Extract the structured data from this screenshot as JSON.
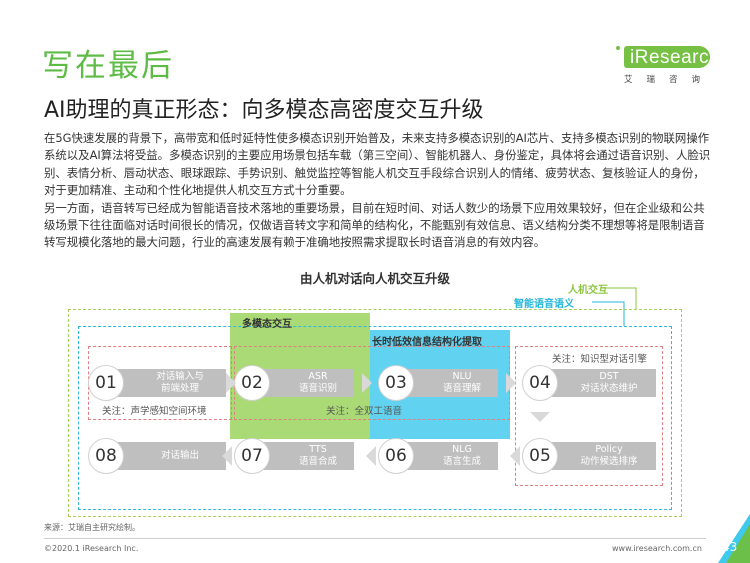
{
  "header": {
    "title": "写在最后",
    "subtitle": "AI助理的真正形态：向多模态高密度交互升级",
    "logo": {
      "brand": "iResearch",
      "brand_cn": "艾瑞咨询"
    }
  },
  "body": {
    "paragraph1": "在5G快速发展的背景下，高带宽和低时延特性使多模态识别开始普及，未来支持多模态识别的AI芯片、支持多模态识别的物联网操作系统以及AI算法将受益。多模态识别的主要应用场景包括车载（第三空间）、智能机器人、身份鉴定，具体将会通过语音识别、人脸识别、表情分析、唇动状态、眼球跟踪、手势识别、触觉监控等智能人机交互手段综合识别人的情绪、疲劳状态、复核验证人的身份，对于更加精准、主动和个性化地提供人机交互方式十分重要。",
    "paragraph2": "另一方面，语音转写已经成为智能语音技术落地的重要场景，目前在短时间、对话人数少的场景下应用效果较好，但在企业级和公共级场景下往往面临对话时间很长的情况，仅做语音转文字和简单的结构化，不能甄别有效信息、语义结构分类不理想等将是限制语音转写规模化落地的最大问题，行业的高速发展有赖于准确地按照需求提取长时语音消息的有效内容。"
  },
  "diagram": {
    "title": "由人机对话向人机交互升级",
    "legend": {
      "outer": "人机交互",
      "inner": "智能语音语义"
    },
    "bands": {
      "multimodal": "多模态交互",
      "long_time": "长时低效信息结构化提取"
    },
    "notes": {
      "acoustic": "关注：声学感知空间环境",
      "duplex": "关注：全双工语音",
      "knowledge": "关注：知识型对话引擎"
    },
    "steps": [
      {
        "num": "01",
        "label": "对话输入与\n前端处理"
      },
      {
        "num": "02",
        "label": "ASR\n语音识别"
      },
      {
        "num": "03",
        "label": "NLU\n语音理解"
      },
      {
        "num": "04",
        "label": "DST\n对话状态维护"
      },
      {
        "num": "05",
        "label": "Policy\n动作候选排序"
      },
      {
        "num": "06",
        "label": "NLG\n语言生成"
      },
      {
        "num": "07",
        "label": "TTS\n语音合成"
      },
      {
        "num": "08",
        "label": "对话输出"
      }
    ],
    "colors": {
      "green": "#92d050",
      "blue": "#3ec9ee",
      "node_gray": "#bfbfbf",
      "dash_red": "#e08080"
    }
  },
  "footer": {
    "source": "来源：艾瑞自主研究绘制。",
    "copyright": "©2020.1 iResearch Inc.",
    "url": "www.iresearch.com.cn",
    "page": "43"
  }
}
